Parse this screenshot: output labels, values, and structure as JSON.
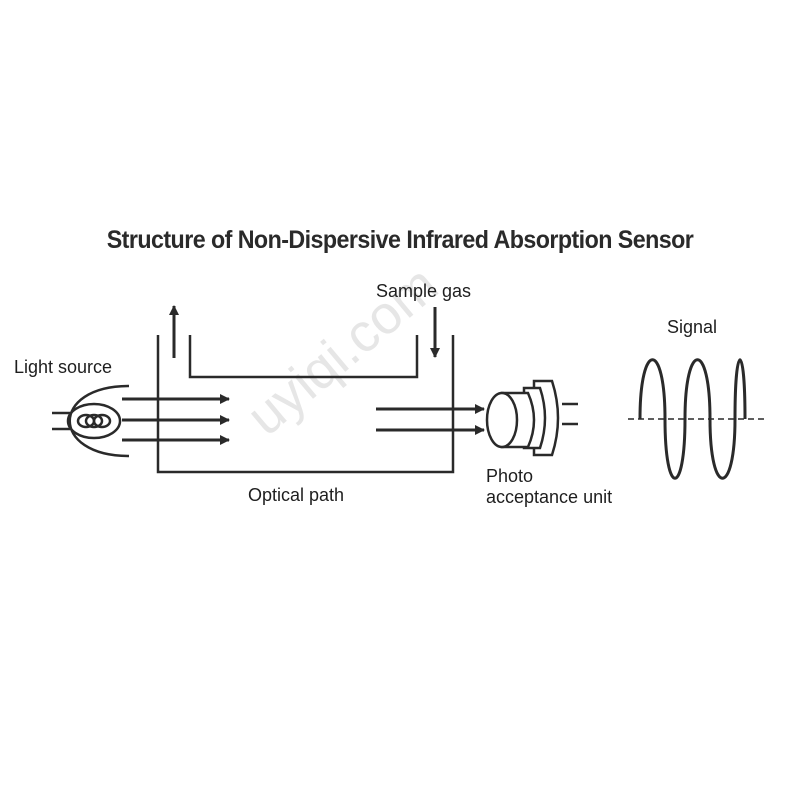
{
  "title": "Structure of Non-Dispersive Infrared Absorption Sensor",
  "labels": {
    "light_source": "Light source",
    "sample_gas": "Sample gas",
    "signal": "Signal",
    "optical_path": "Optical path",
    "photo_line1": "Photo",
    "photo_line2": "acceptance unit"
  },
  "watermark": "uyiqi.com",
  "colors": {
    "line": "#2a2a2a",
    "text": "#1e1e1e",
    "watermark": "#e6e6e6"
  }
}
